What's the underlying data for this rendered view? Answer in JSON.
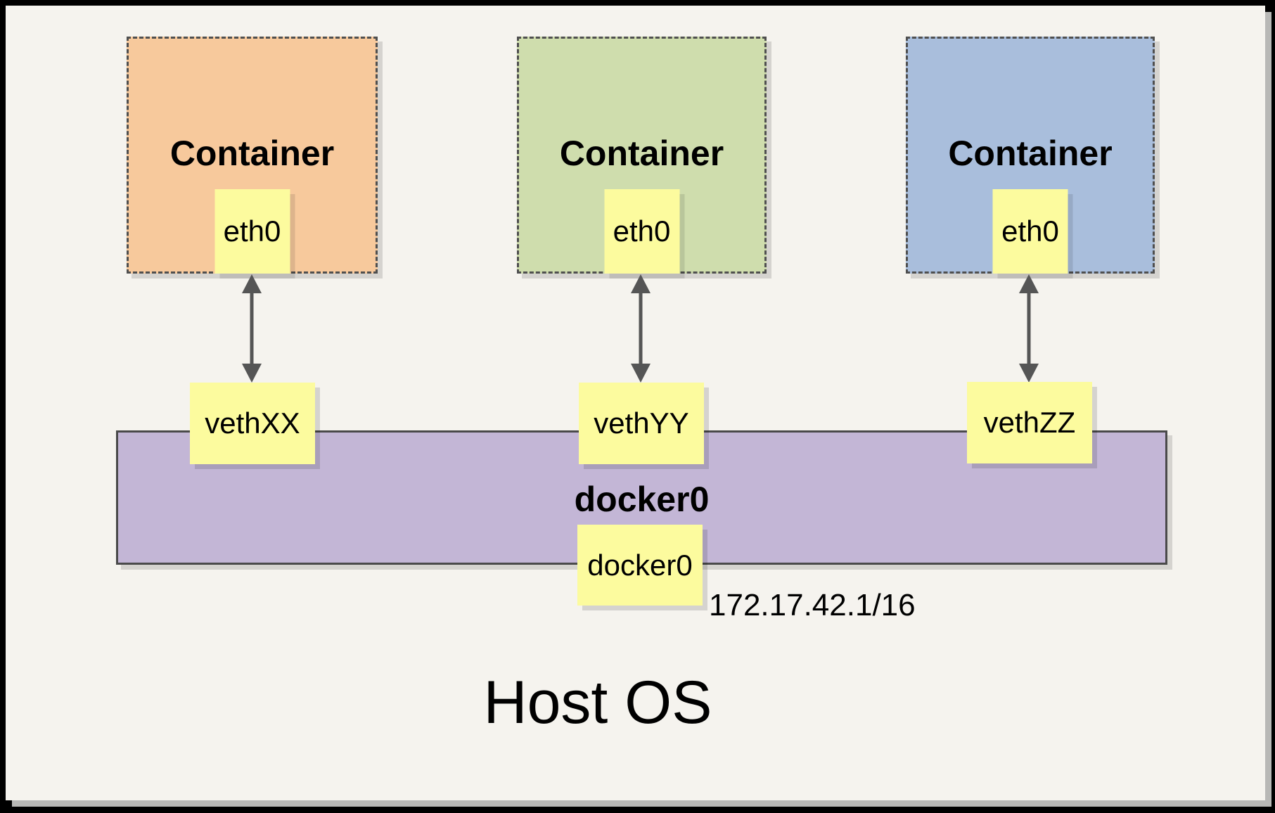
{
  "diagram": {
    "containers": [
      {
        "label": "Container",
        "interface": "eth0",
        "fill": "#F7C99C"
      },
      {
        "label": "Container",
        "interface": "eth0",
        "fill": "#CFDDAD"
      },
      {
        "label": "Container",
        "interface": "eth0",
        "fill": "#A9BEDC"
      }
    ],
    "veths": [
      {
        "label": "vethXX"
      },
      {
        "label": "vethYY"
      },
      {
        "label": "vethZZ"
      }
    ],
    "bridge": {
      "label": "docker0",
      "interface": "docker0",
      "ip": "172.17.42.1/16",
      "fill": "#C3B6D6"
    },
    "host": {
      "label": "Host OS"
    },
    "colors": {
      "background": "#F5F3EE",
      "frame": "#000000",
      "interface_chip": "#FCFB9E",
      "border_dash": "#4F4F4F",
      "arrow": "#555555"
    }
  }
}
